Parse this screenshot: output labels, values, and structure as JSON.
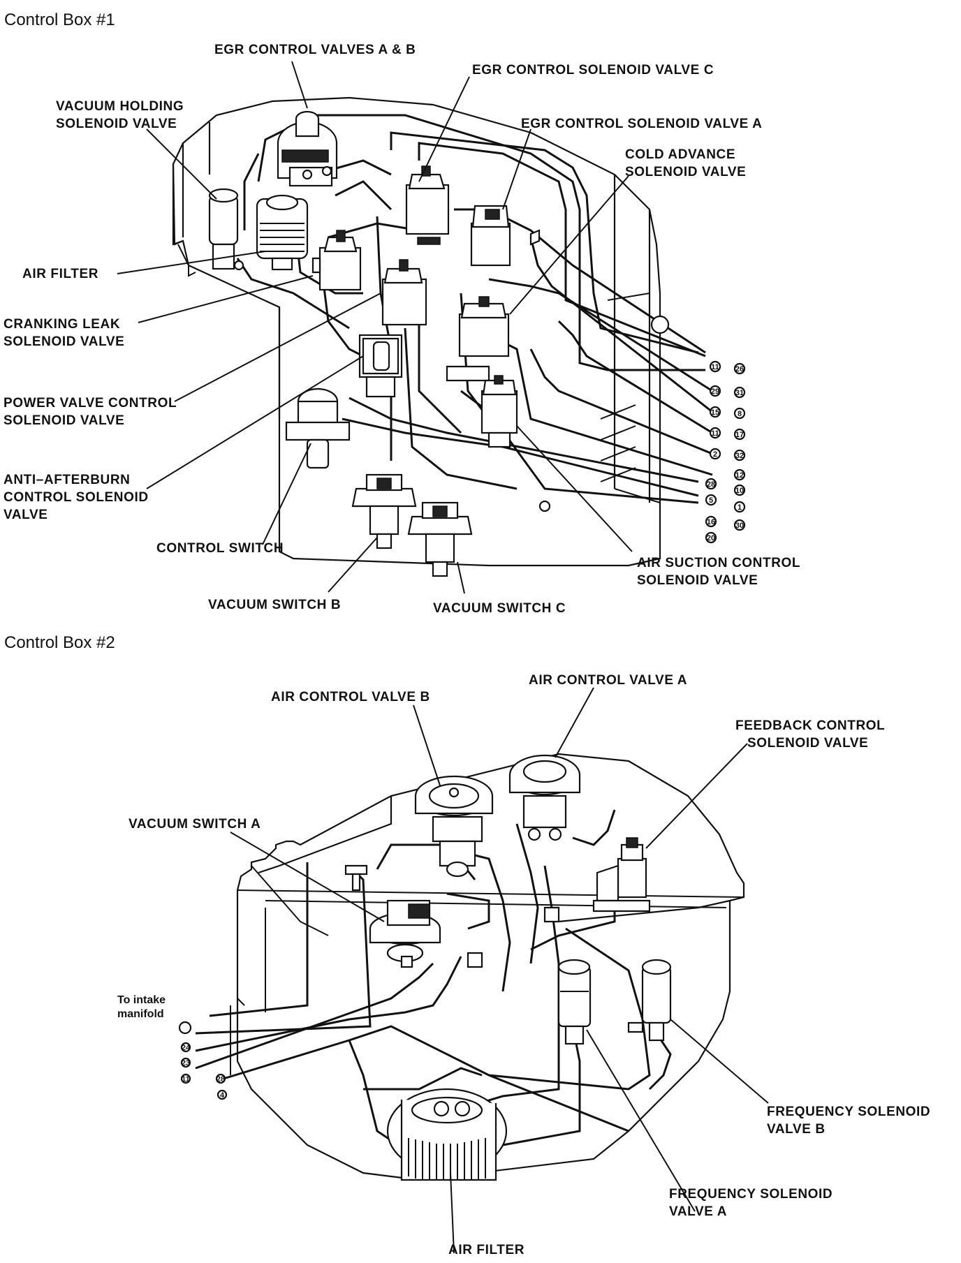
{
  "box1": {
    "title": "Control Box #1",
    "labels": {
      "egr_ab": "EGR CONTROL VALVES A & B",
      "egr_c": "EGR CONTROL SOLENOID VALVE C",
      "egr_a": "EGR CONTROL SOLENOID VALVE A",
      "vac_hold_1": "VACUUM HOLDING",
      "vac_hold_2": "SOLENOID VALVE",
      "cold_adv_1": "COLD ADVANCE",
      "cold_adv_2": "SOLENOID VALVE",
      "air_filter": "AIR FILTER",
      "crank_1": "CRANKING LEAK",
      "crank_2": "SOLENOID VALVE",
      "power_1": "POWER VALVE CONTROL",
      "power_2": "SOLENOID VALVE",
      "anti_1": "ANTI–AFTERBURN",
      "anti_2": "CONTROL SOLENOID",
      "anti_3": "VALVE",
      "control_switch": "CONTROL SWITCH",
      "vac_b": "VACUUM SWITCH B",
      "vac_c": "VACUUM SWITCH C",
      "air_suction_1": "AIR SUCTION CONTROL",
      "air_suction_2": "SOLENOID VALVE"
    },
    "hose_numbers": [
      "11",
      "26",
      "29",
      "31",
      "15",
      "8",
      "11",
      "17",
      "2",
      "32",
      "12",
      "28",
      "10",
      "5",
      "1",
      "16",
      "30",
      "20"
    ]
  },
  "box2": {
    "title": "Control Box #2",
    "labels": {
      "acv_a": "AIR CONTROL VALVE A",
      "acv_b": "AIR CONTROL VALVE B",
      "feedback_1": "FEEDBACK CONTROL",
      "feedback_2": "SOLENOID VALVE",
      "vac_a": "VACUUM SWITCH A",
      "intake_1": "To intake",
      "intake_2": "manifold",
      "freq_b_1": "FREQUENCY SOLENOID",
      "freq_b_2": "VALVE B",
      "freq_a_1": "FREQUENCY SOLENOID",
      "freq_a_2": "VALVE A",
      "air_filter": "AIR FILTER"
    },
    "hose_numbers": [
      "24",
      "23",
      "28",
      "11",
      "4"
    ]
  }
}
